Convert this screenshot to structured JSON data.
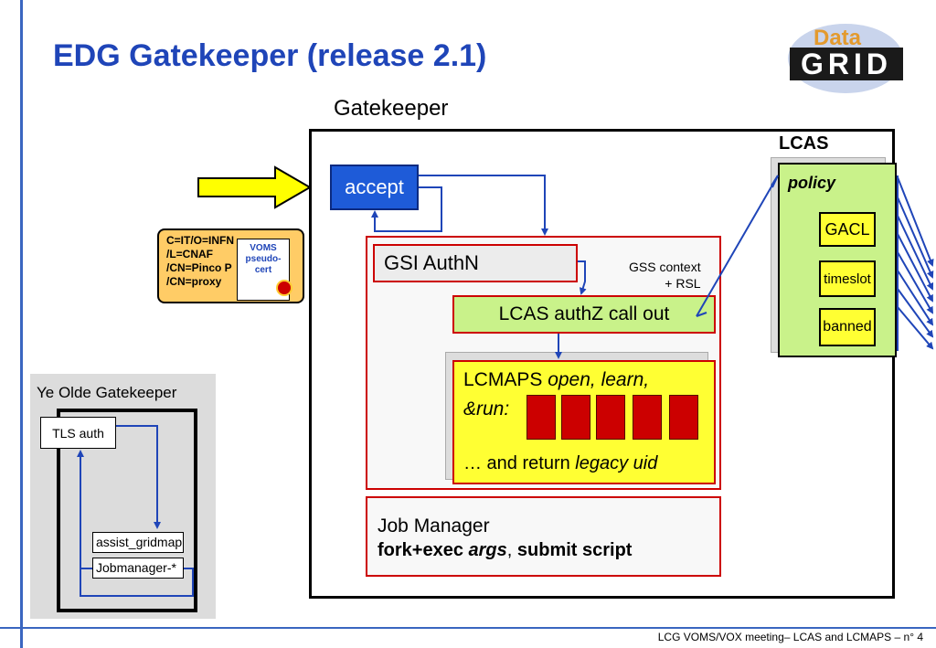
{
  "slide": {
    "title": "EDG Gatekeeper (release 2.1)",
    "footer": "LCG VOMS/VOX meeting– LCAS and LCMAPS –  n° 4"
  },
  "logo": {
    "word1": "Data",
    "word2": "GRID"
  },
  "certificate": {
    "lines": [
      "C=IT/O=INFN",
      "/L=CNAF",
      "/CN=Pinco P",
      "/CN=proxy"
    ],
    "voms_card": [
      "VOMS",
      "pseudo-",
      "cert"
    ]
  },
  "gatekeeper": {
    "label": "Gatekeeper",
    "accept": "accept",
    "gsi_authn": "GSI AuthN",
    "gss_context": [
      "GSS context",
      "+ RSL"
    ],
    "lcas_call": "LCAS authZ call out",
    "lcmaps": {
      "prefix": "LCMAPS ",
      "italic1": "open, learn,",
      "italic2": "&run:",
      "return_prefix": "… and return ",
      "return_italic": "legacy uid"
    },
    "job_manager": {
      "title": "Job Manager",
      "line_bold1": "fork+exec ",
      "line_italic": "args",
      "line_sep": ", ",
      "line_bold2": "submit script"
    }
  },
  "lcas": {
    "label": "LCAS",
    "policy": "policy",
    "modules": [
      "GACL",
      "timeslot",
      "banned"
    ]
  },
  "olde": {
    "title": "Ye Olde Gatekeeper",
    "tls": "TLS auth",
    "assist": "assist_gridmap",
    "jobmanager": "Jobmanager-*"
  },
  "colors": {
    "title_blue": "#1f45b8",
    "accent_blue": "#3a66c0",
    "accept_blue": "#1e5bd8",
    "box_red": "#cc0000",
    "lime": "#c9f28a",
    "yellow": "#ffff33",
    "arrow_yellow": "#ffff00",
    "parchment": "#ffcc66"
  }
}
